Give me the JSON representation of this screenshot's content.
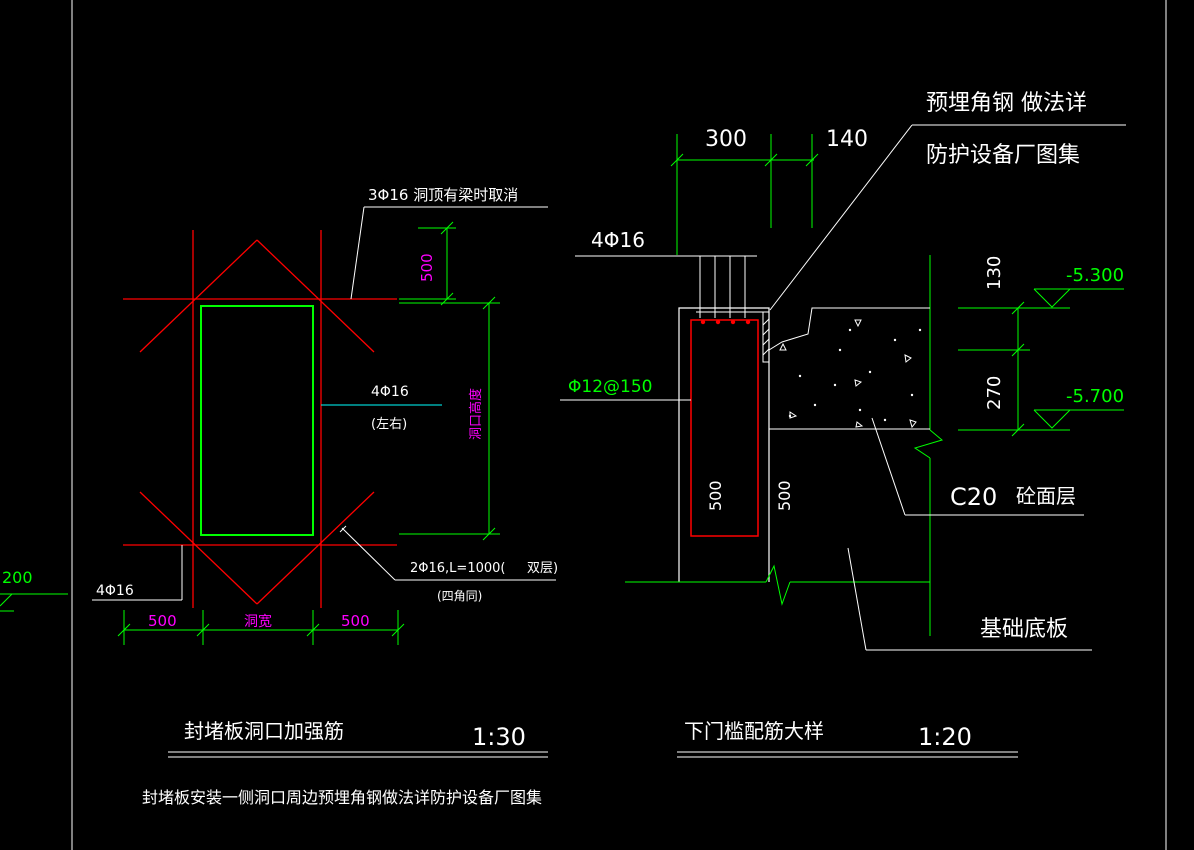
{
  "colors": {
    "background": "#000000",
    "white": "#ffffff",
    "green": "#00ff00",
    "red": "#ff0000",
    "magenta": "#ff00ff",
    "cyan": "#00ffff"
  },
  "left_detail": {
    "top_callout": "3Φ16  洞顶有梁时取消",
    "dim_top": "500",
    "side_bars": "4Φ16",
    "side_bars_note": "(左右)",
    "height_label": "洞口高度",
    "diag_bars": "2Φ16,L=1000(",
    "diag_bars_layer": "双层)",
    "diag_bars_note": "(四角同)",
    "bottom_bars": "4Φ16",
    "dim_left": "500",
    "dim_mid": "洞宽",
    "dim_right": "500",
    "title": "封堵板洞口加强筋",
    "scale": "1:30",
    "note": "封堵板安装一侧洞口周边预埋角钢做法详防护设备厂图集",
    "edge_fragment": "200"
  },
  "right_detail": {
    "dim_300": "300",
    "dim_140": "140",
    "angle_note_1": "预埋角钢 做法详",
    "angle_note_2": "防护设备厂图集",
    "top_bars": "4Φ16",
    "stirrups": "Φ12@150",
    "inner_500_a": "500",
    "inner_500_b": "500",
    "dim_130": "130",
    "dim_270": "270",
    "elev_top": "-5.300",
    "elev_bottom": "-5.700",
    "layer_c20_a": "C20",
    "layer_c20_b": "砼面层",
    "base_slab": "基础底板",
    "title": "下门槛配筋大样",
    "scale": "1:20"
  }
}
